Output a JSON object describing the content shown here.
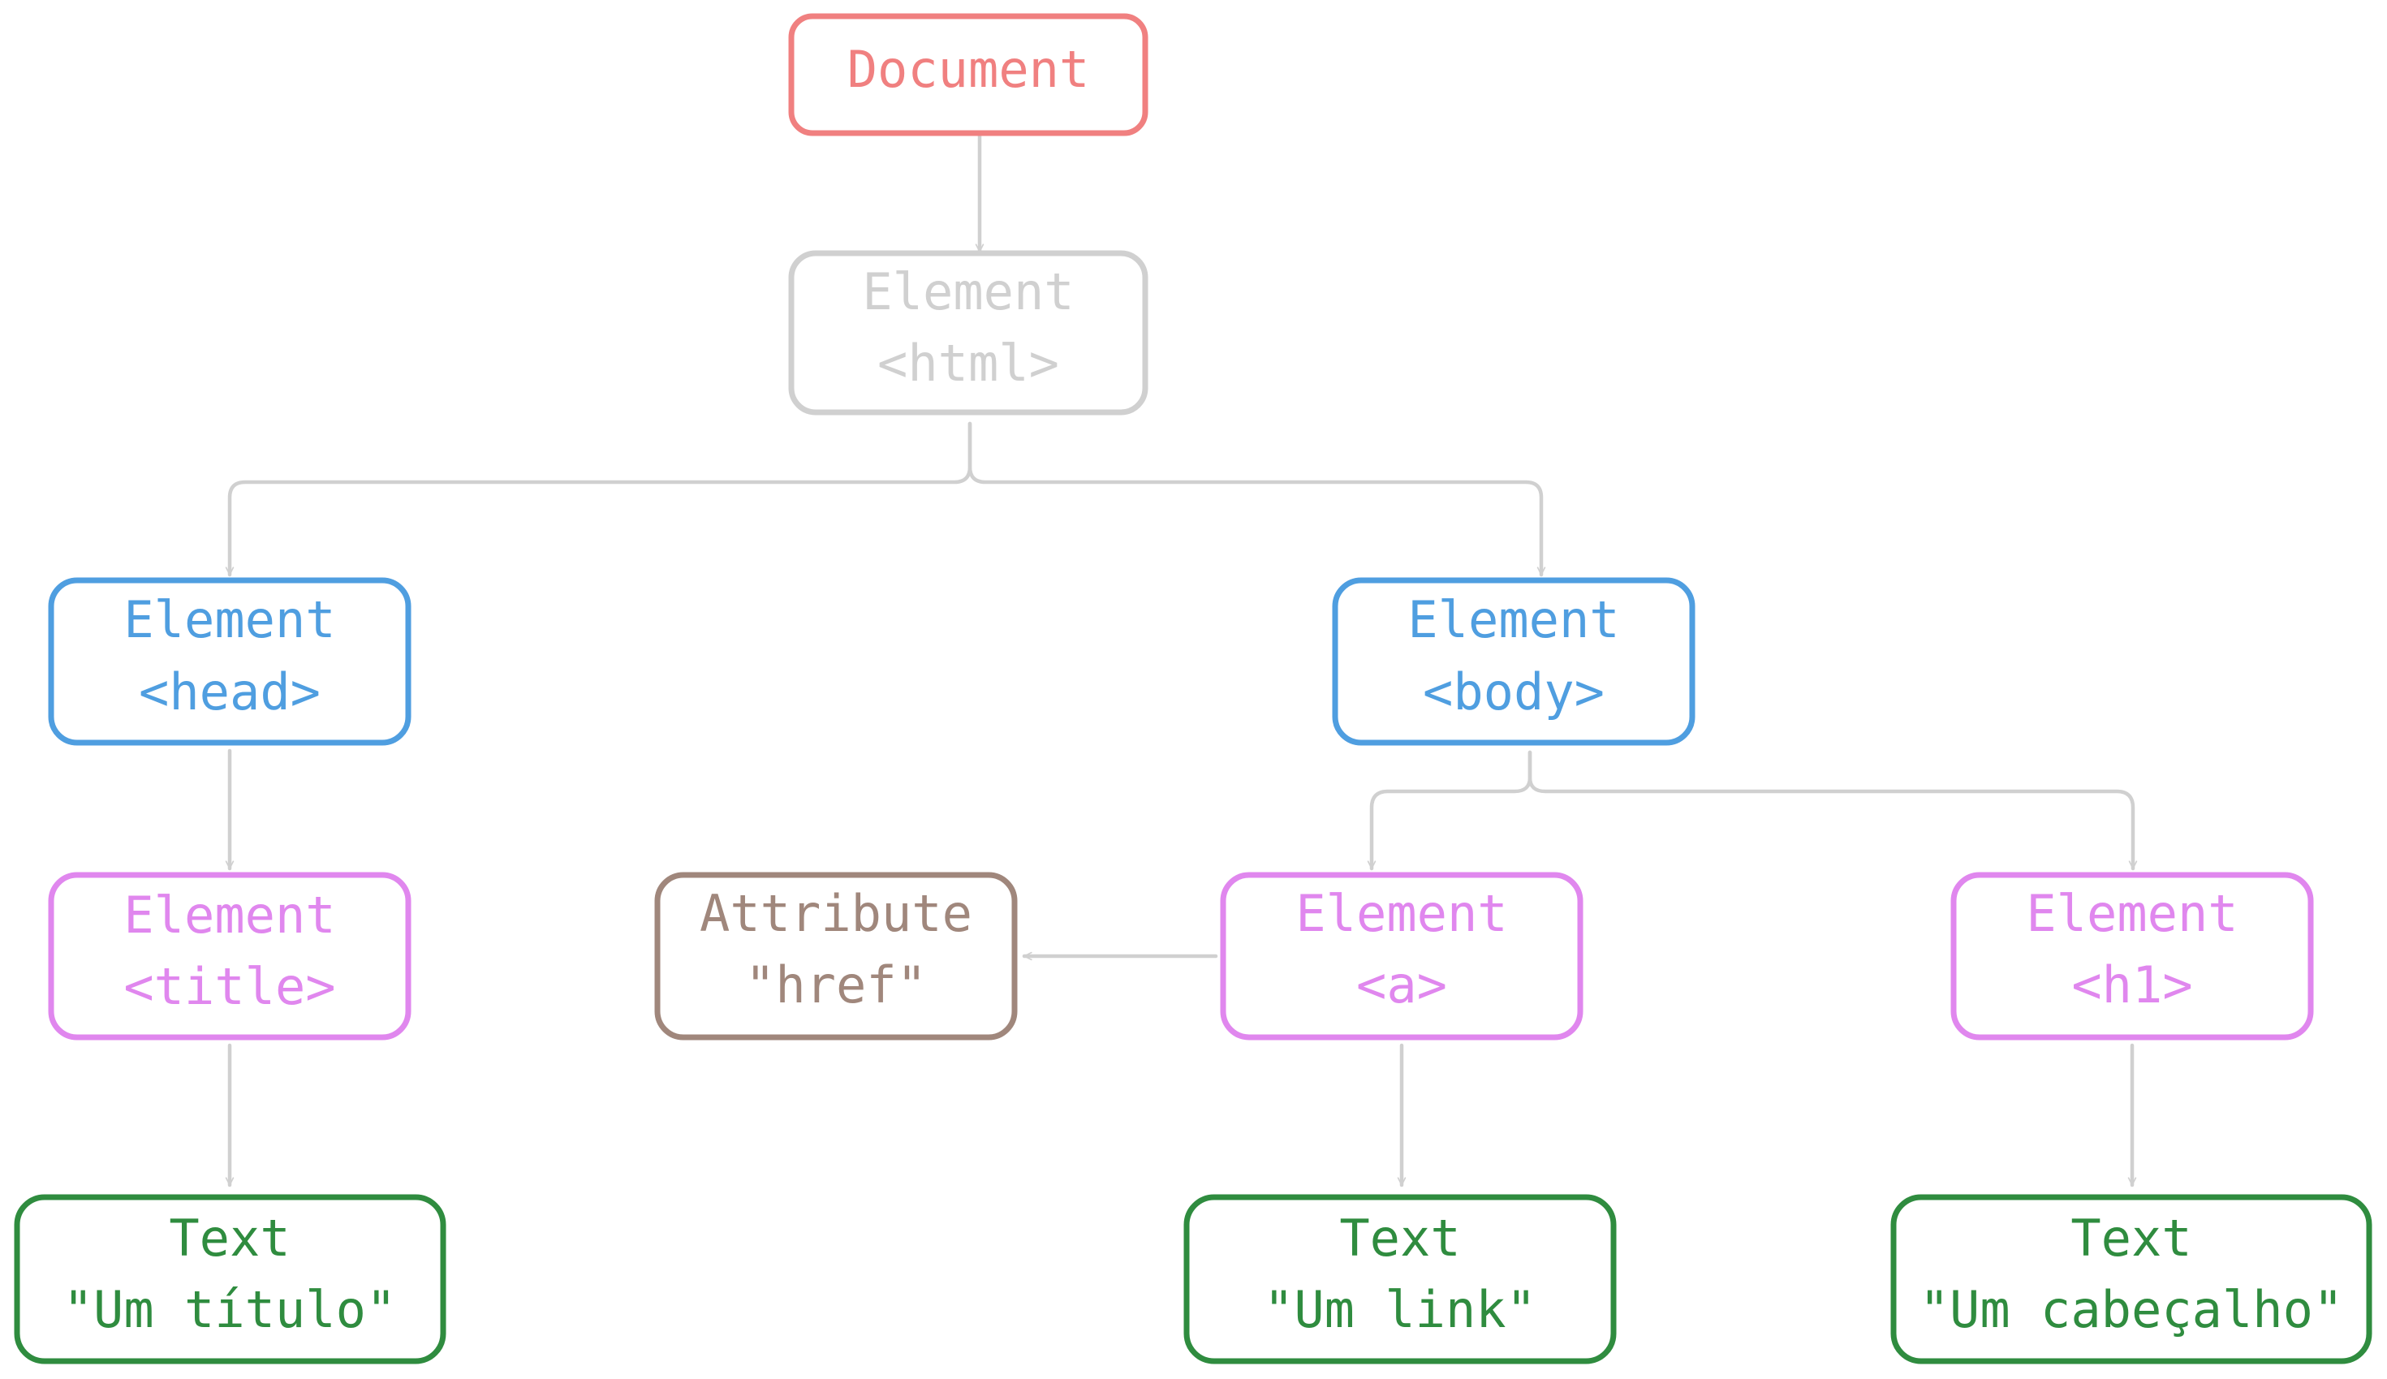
{
  "colors": {
    "document": "#f08080",
    "html": "#d0d0d0",
    "head_body": "#4f9ee0",
    "elements": "#e087ee",
    "attribute": "#a0877c",
    "text": "#2f8c3f",
    "edge": "#d0d0d0"
  },
  "nodes": {
    "document": {
      "line1": "Document"
    },
    "html": {
      "line1": "Element",
      "line2": "<html>"
    },
    "head": {
      "line1": "Element",
      "line2": "<head>"
    },
    "body": {
      "line1": "Element",
      "line2": "<body>"
    },
    "title": {
      "line1": "Element",
      "line2": "<title>"
    },
    "attribute": {
      "line1": "Attribute",
      "line2": "\"href\""
    },
    "a": {
      "line1": "Element",
      "line2": "<a>"
    },
    "h1": {
      "line1": "Element",
      "line2": "<h1>"
    },
    "text_title": {
      "line1": "Text",
      "line2": "\"Um título\""
    },
    "text_link": {
      "line1": "Text",
      "line2": "\"Um link\""
    },
    "text_heading": {
      "line1": "Text",
      "line2": "\"Um cabeçalho\""
    }
  }
}
